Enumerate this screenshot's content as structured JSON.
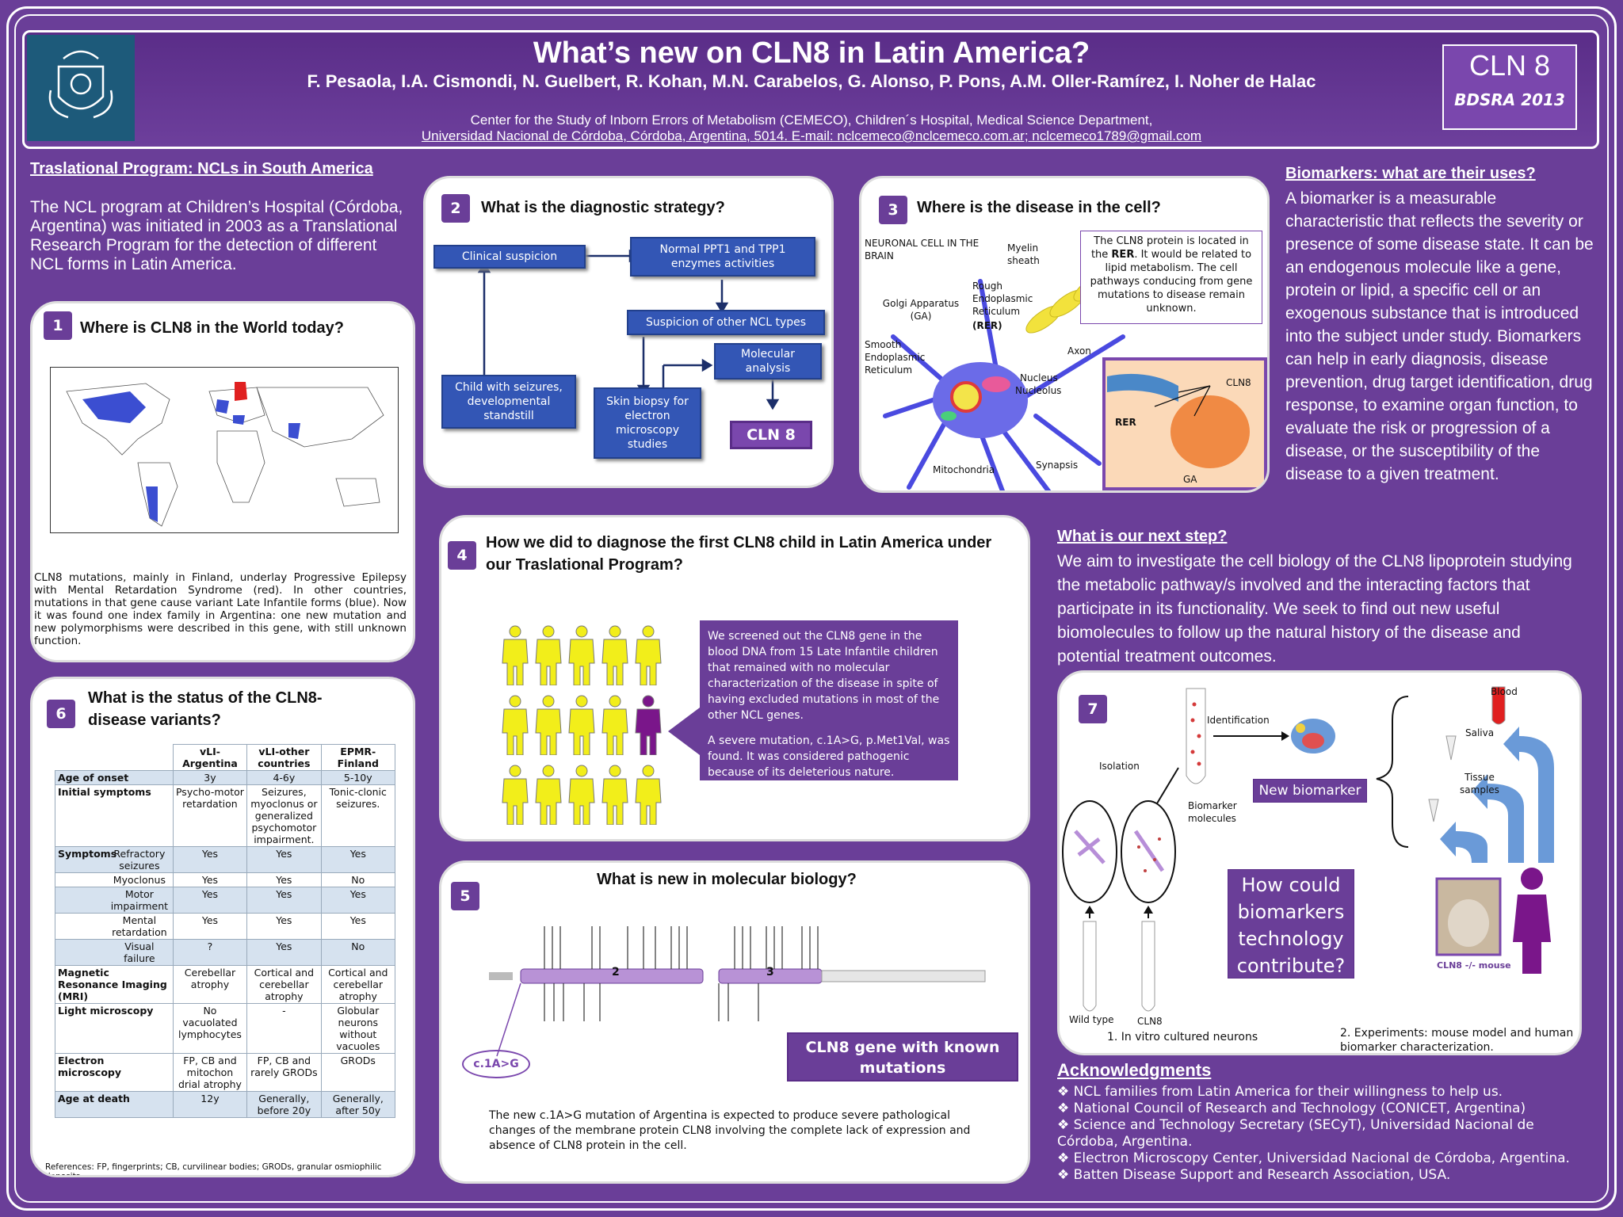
{
  "header": {
    "title": "What’s new on CLN8 in Latin America?",
    "authors": "F. Pesaola, I.A. Cismondi, N. Guelbert, R. Kohan, M.N. Carabelos, G. Alonso, P. Pons, A.M. Oller-Ramírez, I. Noher de Halac",
    "affiliation1": "Center for the Study of Inborn Errors of Metabolism (CEMECO), Children´s Hospital, Medical Science Department,",
    "affiliation2": "Universidad Nacional de Córdoba, Córdoba, Argentina, 5014. E-mail: nclcemeco@nclcemeco.com.ar; nclcemeco1789@gmail.com",
    "badge_title": "CLN 8",
    "badge_sub": "BDSRA 2013"
  },
  "intro": {
    "heading": "Traslational Program: NCLs in South America",
    "text": "The NCL program at Children’s Hospital (Córdoba, Argentina) was initiated in 2003 as a Translational Research Program for the detection of different NCL forms in Latin America."
  },
  "panel1": {
    "num": "1",
    "title": "Where is CLN8 in the World today?",
    "caption": "CLN8 mutations, mainly in Finland, underlay Progressive Epilepsy with Mental Retardation Syndrome (red). In other countries, mutations in that gene cause variant Late Infantile forms (blue). Now it was found one index family in Argentina: one new mutation and new polymorphisms were described in this gene, with still unknown function."
  },
  "panel2": {
    "num": "2",
    "title": "What is the diagnostic strategy?",
    "b1": "Clinical suspicion",
    "b2": "Normal PPT1 and TPP1 enzymes activities",
    "b3": "Suspicion of other NCL types",
    "b4": "Child with seizures, developmental standstill",
    "b5": "Skin biopsy for electron microscopy studies",
    "b6": "Molecular analysis",
    "b7": "CLN 8"
  },
  "panel3": {
    "num": "3",
    "title": "Where is the disease in the cell?",
    "note_pre": "The CLN8 protein is located in the ",
    "note_bold": "RER",
    "note_post": ". It would be related to lipid metabolism. The cell pathways conducing from gene mutations to disease remain unknown.",
    "l_neuron": "NEURONAL CELL IN THE BRAIN",
    "l_myelin": "Myelin sheath",
    "l_rer": "Rough Endoplasmic Reticulum",
    "l_rer2": "(RER)",
    "l_golgi": "Golgi Apparatus (GA)",
    "l_ser": "Smooth Endoplasmic Reticulum",
    "l_axon": "Axon",
    "l_nucleus": "Nucleus",
    "l_nucleolus": "Nucleolus",
    "l_mito": "Mitochondria",
    "l_syn": "Synapsis",
    "l_cln8": "CLN8",
    "l_rer3": "RER",
    "l_ga": "GA"
  },
  "panel4": {
    "num": "4",
    "title": "How we did to diagnose the first CLN8 child in Latin America under our Traslational Program?",
    "text1": "We screened out the CLN8 gene in the blood DNA from 15 Late Infantile children that remained with no molecular characterization of the disease in spite of having excluded mutations in most of the other NCL genes.",
    "text2": "A severe mutation, c.1A>G, p.Met1Val, was found. It was considered pathogenic because of its deleterious nature."
  },
  "panel5": {
    "num": "5",
    "title": "What is new in molecular biology?",
    "exon2": "2",
    "exon3": "3",
    "mutation": "c.1A>G",
    "box": "CLN8 gene with known mutations",
    "caption": "The new c.1A>G mutation of Argentina is expected to produce severe pathological changes of the membrane protein CLN8 involving the complete lack of expression and absence of CLN8 protein in the cell."
  },
  "panel6": {
    "num": "6",
    "title": "What is the status of the CLN8-disease variants?",
    "columns": [
      "vLI-Argentina",
      "vLI-other countries",
      "EPMR-Finland"
    ],
    "rows": [
      {
        "label": "Age of onset",
        "sub": "",
        "vals": [
          "3y",
          "4-6y",
          "5-10y"
        ],
        "shade": true
      },
      {
        "label": "Initial symptoms",
        "sub": "",
        "vals": [
          "Psycho-motor retardation",
          "Seizures, myoclonus or generalized psychomotor impairment.",
          "Tonic-clonic seizures."
        ],
        "shade": false
      },
      {
        "label": "Symptoms",
        "sub": "Refractory seizures",
        "vals": [
          "Yes",
          "Yes",
          "Yes"
        ],
        "shade": true
      },
      {
        "label": "",
        "sub": "Myoclonus",
        "vals": [
          "Yes",
          "Yes",
          "No"
        ],
        "shade": false
      },
      {
        "label": "",
        "sub": "Motor impairment",
        "vals": [
          "Yes",
          "Yes",
          "Yes"
        ],
        "shade": true
      },
      {
        "label": "",
        "sub": "Mental retardation",
        "vals": [
          "Yes",
          "Yes",
          "Yes"
        ],
        "shade": false
      },
      {
        "label": "",
        "sub": "Visual failure",
        "vals": [
          "?",
          "Yes",
          "No"
        ],
        "shade": true
      },
      {
        "label": "Magnetic Resonance Imaging (MRI)",
        "sub": "",
        "vals": [
          "Cerebellar atrophy",
          "Cortical and cerebellar atrophy",
          "Cortical and cerebellar atrophy"
        ],
        "shade": false
      },
      {
        "label": "Light microscopy",
        "sub": "",
        "vals": [
          "No vacuolated lymphocytes",
          "-",
          "Globular neurons without vacuoles"
        ],
        "shade": false
      },
      {
        "label": "Electron microscopy",
        "sub": "",
        "vals": [
          "FP, CB and mitochon drial atrophy",
          "FP, CB and rarely GRODs",
          "GRODs"
        ],
        "shade": false
      },
      {
        "label": "Age at death",
        "sub": "",
        "vals": [
          "12y",
          "Generally, before 20y",
          "Generally, after 50y"
        ],
        "shade": true
      }
    ],
    "refs": "References: FP, fingerprints; CB, curvilinear bodies; GRODs, granular osmiophilic deposits."
  },
  "biomarkers": {
    "heading": "Biomarkers: what are their uses?",
    "text": "A biomarker is a measurable characteristic that reflects the severity or presence of some disease state. It can be an endogenous molecule like a gene, protein or lipid, a specific cell or an exogenous substance that is introduced into the subject under study. Biomarkers can help in early diagnosis, disease prevention, drug target identification, drug response, to examine organ function, to evaluate the risk or progression of a disease, or the susceptibility of the disease to a given treatment."
  },
  "nextstep": {
    "heading": "What is our next step?",
    "text": "We aim to investigate the cell biology of the CLN8 lipoprotein studying the metabolic pathway/s involved and the interacting factors that participate in its functionality. We seek to find out new useful biomolecules to follow up the natural history of the disease and potential treatment outcomes."
  },
  "panel7": {
    "num": "7",
    "identification": "Identification",
    "isolation": "Isolation",
    "newbio": "New biomarker",
    "biomol": "Biomarker molecules",
    "blood": "Blood",
    "saliva": "Saliva",
    "tissue": "Tissue samples",
    "question": "How could biomarkers technology contribute?",
    "mouse": "CLN8 -/- mouse",
    "wt": "Wild type",
    "cln8": "CLN8",
    "cap1": "1. In vitro cultured neurons",
    "cap2": "2. Experiments: mouse model and human biomarker characterization."
  },
  "ack": {
    "heading": "Acknowledgments",
    "items": [
      "NCL families from Latin America for their willingness to help us.",
      "National Council of Research and Technology (CONICET, Argentina)",
      "Science and Technology Secretary (SECyT), Universidad Nacional de  Córdoba, Argentina.",
      "Electron Microscopy Center, Universidad Nacional de Córdoba, Argentina.",
      "Batten Disease Support and Research Association, USA."
    ]
  }
}
